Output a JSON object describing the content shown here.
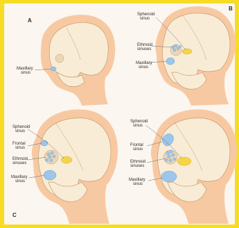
{
  "panels": {
    "a": {
      "letter": "A",
      "maxillary": [
        "Maxillary",
        "sinus"
      ]
    },
    "b": {
      "letter": "B",
      "sphenoid": [
        "Sphenoid",
        "sinus"
      ],
      "ethmoid": [
        "Ethmoid",
        "sinuses"
      ],
      "maxillary": [
        "Maxillary",
        "sinus"
      ]
    },
    "c": {
      "letter": "C",
      "sphenoid": [
        "Sphenoid",
        "sinus"
      ],
      "frontal": [
        "Frontal",
        "sinus"
      ],
      "ethmoid": [
        "Ethmoid",
        "sinuses"
      ],
      "maxillary": [
        "Maxillary",
        "sinus"
      ]
    },
    "d": {
      "sphenoid": [
        "Sphenoid",
        "sinus"
      ],
      "frontal": [
        "Frontal",
        "sinus"
      ],
      "ethmoid": [
        "Ethmoid",
        "sinuses"
      ],
      "maxillary": [
        "Maxillary",
        "sinus"
      ]
    }
  },
  "colors": {
    "page_border": "#f6dc25",
    "skin": "#f7c9a3",
    "skull": "#f8ecd6",
    "sinus_blue": "#9cc6ea",
    "sphenoid_yellow": "#f5d44a"
  }
}
